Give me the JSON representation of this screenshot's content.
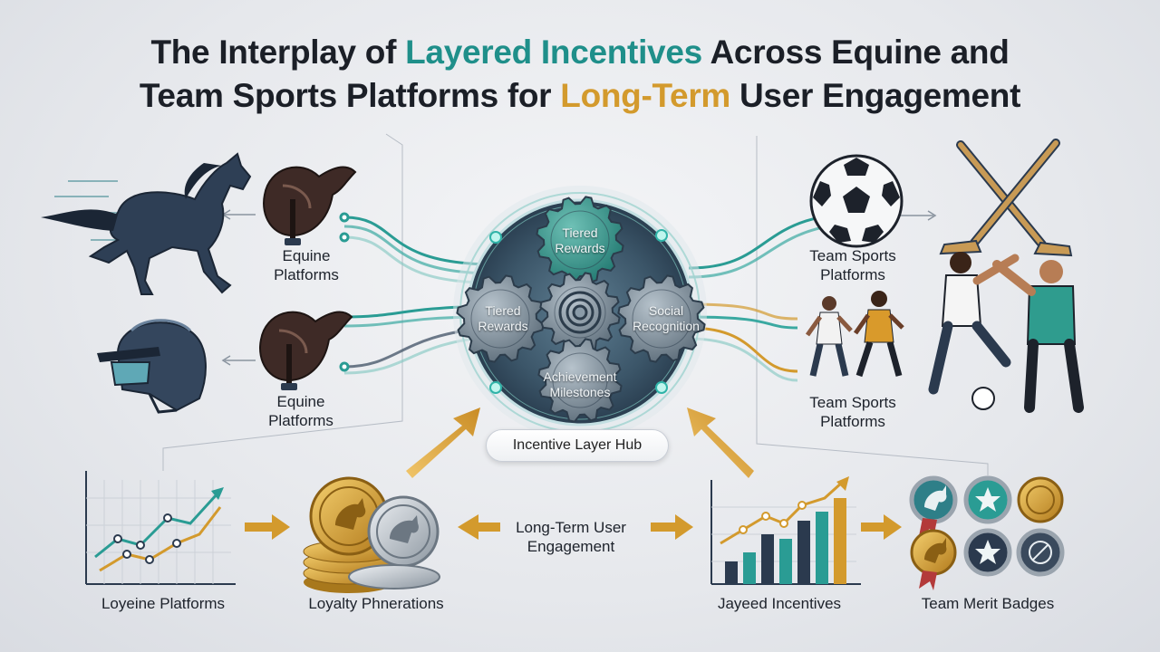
{
  "title": {
    "line1_prefix": "The Interplay of ",
    "line1_accent": "Layered Incentives",
    "line1_suffix": " Across Equine and",
    "line2_prefix": "Team Sports Platforms for ",
    "line2_accent": "Long-Term",
    "line2_suffix": " User Engagement"
  },
  "colors": {
    "teal": "#1f8f8a",
    "gold": "#d39a2d",
    "navy": "#2b3a4e",
    "text": "#1b1f27"
  },
  "left_labels": {
    "top": "Equine\nPlatforms",
    "bottom": "Equine\nPlatforms"
  },
  "right_labels": {
    "top": "Team Sports\nPlatforms",
    "bottom": "Team Sports\nPlatforms"
  },
  "hub": {
    "pill_label": "Incentive Layer Hub",
    "gears": {
      "top": "Tiered\nRewards",
      "left": "Tiered\nRewards",
      "right": "Social\nRecognition",
      "bottom": "Achievement\nMilestones"
    }
  },
  "bottom_row": {
    "chart_left_label": "Loyeine Platforms",
    "coins_label": "Loyalty Phnerations",
    "center_label": "Long-Term User\nEngagement",
    "chart_right_label": "Jayeed Incentives",
    "badges_label": "Team Merit Badges"
  },
  "icons": {
    "horse": "running-horse-icon",
    "saddle": "saddle-icon",
    "helmet": "riding-helmet-icon",
    "soccer_ball": "soccer-ball-icon",
    "hockey_sticks": "hockey-sticks-icon",
    "players": "team-players-icon",
    "coins": "gold-coins-icon",
    "badges": "merit-badges-icon",
    "gears": "gear-icon"
  }
}
